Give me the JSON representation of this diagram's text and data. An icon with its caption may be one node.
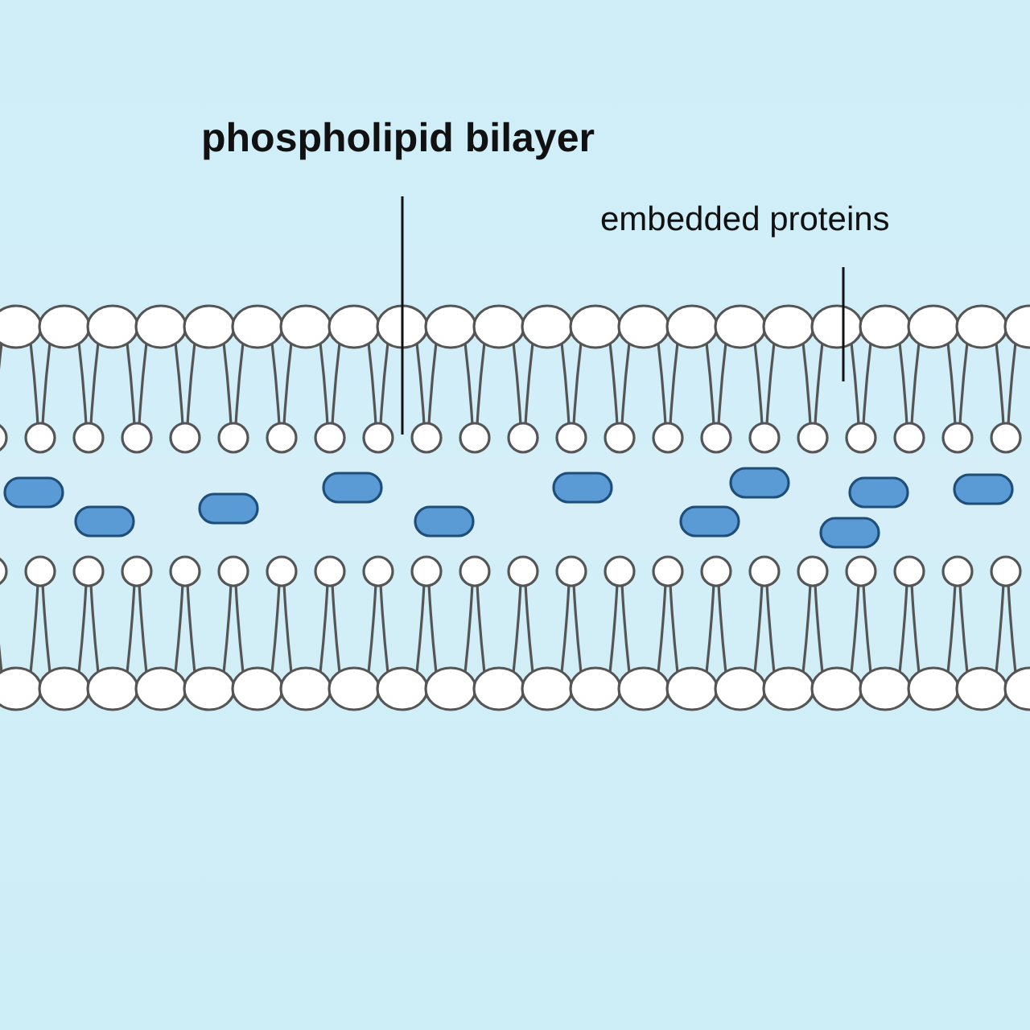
{
  "diagram": {
    "nodes": [
      {
        "text": [
          "phospholipid bilayer"
        ]
      },
      {
        "text": [
          "embedded proteins"
        ]
      }
    ],
    "edges": [
      {
        "from": 0,
        "to": null,
        "arrow": "none"
      },
      {
        "from": 1,
        "to": null,
        "arrow": "none"
      }
    ]
  }
}
